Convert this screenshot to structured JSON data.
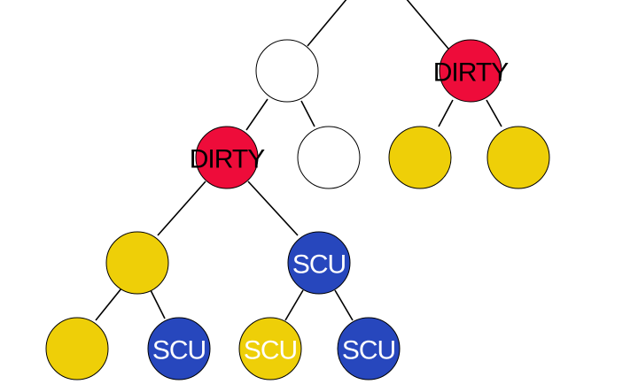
{
  "colors": {
    "white": "#ffffff",
    "red": "#ee0c3a",
    "yellow": "#eecf08",
    "blue": "#2747bd",
    "edge": "#000000"
  },
  "labels": {
    "dirty": "DIRTY",
    "scu": "SCU"
  },
  "nodes": [
    {
      "id": "n-white-left",
      "fill": "white",
      "label": ""
    },
    {
      "id": "n-dirty-right",
      "fill": "red",
      "label": "DIRTY",
      "labelColor": "#000000"
    },
    {
      "id": "n-dirty-mid",
      "fill": "red",
      "label": "DIRTY",
      "labelColor": "#000000"
    },
    {
      "id": "n-white-small",
      "fill": "white",
      "label": ""
    },
    {
      "id": "n-yellow-r1",
      "fill": "yellow",
      "label": ""
    },
    {
      "id": "n-yellow-r2",
      "fill": "yellow",
      "label": ""
    },
    {
      "id": "n-yellow-mid",
      "fill": "yellow",
      "label": ""
    },
    {
      "id": "n-scu-mid",
      "fill": "blue",
      "label": "SCU",
      "labelColor": "#ffffff"
    },
    {
      "id": "n-yellow-bl",
      "fill": "yellow",
      "label": ""
    },
    {
      "id": "n-scu-b1",
      "fill": "blue",
      "label": "SCU",
      "labelColor": "#ffffff"
    },
    {
      "id": "n-scu-yellow",
      "fill": "yellow",
      "label": "SCU",
      "labelColor": "#ffffff"
    },
    {
      "id": "n-scu-b2",
      "fill": "blue",
      "label": "SCU",
      "labelColor": "#ffffff"
    }
  ]
}
